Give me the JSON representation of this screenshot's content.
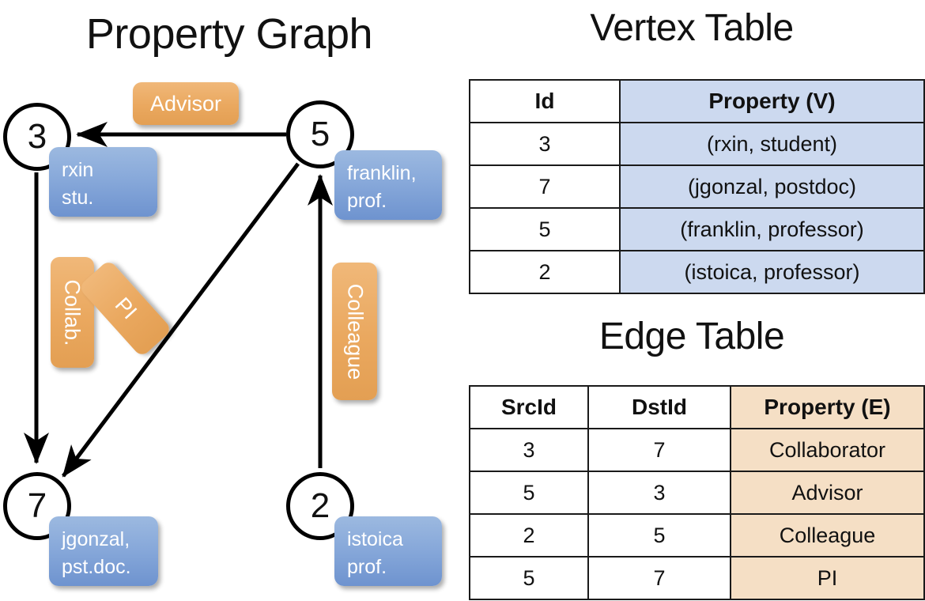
{
  "titles": {
    "property_graph": "Property Graph",
    "vertex_table": "Vertex Table",
    "edge_table": "Edge Table"
  },
  "graph": {
    "nodes": [
      {
        "id": "3",
        "property_lines": [
          "rxin",
          "stu."
        ]
      },
      {
        "id": "5",
        "property_lines": [
          "franklin,",
          "prof."
        ]
      },
      {
        "id": "7",
        "property_lines": [
          "jgonzal,",
          "pst.doc."
        ]
      },
      {
        "id": "2",
        "property_lines": [
          "istoica",
          "prof."
        ]
      }
    ],
    "edge_labels": [
      {
        "text": "Advisor",
        "orientation": "horizontal"
      },
      {
        "text": "Collab.",
        "orientation": "vertical"
      },
      {
        "text": "PI",
        "orientation": "diagonal"
      },
      {
        "text": "Colleague",
        "orientation": "vertical"
      }
    ]
  },
  "vertex_table": {
    "headers": [
      "Id",
      "Property (V)"
    ],
    "rows": [
      [
        "3",
        "(rxin, student)"
      ],
      [
        "7",
        "(jgonzal, postdoc)"
      ],
      [
        "5",
        "(franklin, professor)"
      ],
      [
        "2",
        "(istoica, professor)"
      ]
    ]
  },
  "edge_table": {
    "headers": [
      "SrcId",
      "DstId",
      "Property (E)"
    ],
    "rows": [
      [
        "3",
        "7",
        "Collaborator"
      ],
      [
        "5",
        "3",
        "Advisor"
      ],
      [
        "2",
        "5",
        "Colleague"
      ],
      [
        "5",
        "7",
        "PI"
      ]
    ]
  },
  "colors": {
    "vertex_property_fill": "#ccd9ef",
    "edge_property_fill": "#f5dfc5",
    "node_property_box": "#88a9da",
    "edge_label_box": "#eaa85f",
    "stroke": "#000000",
    "background": "#ffffff"
  }
}
